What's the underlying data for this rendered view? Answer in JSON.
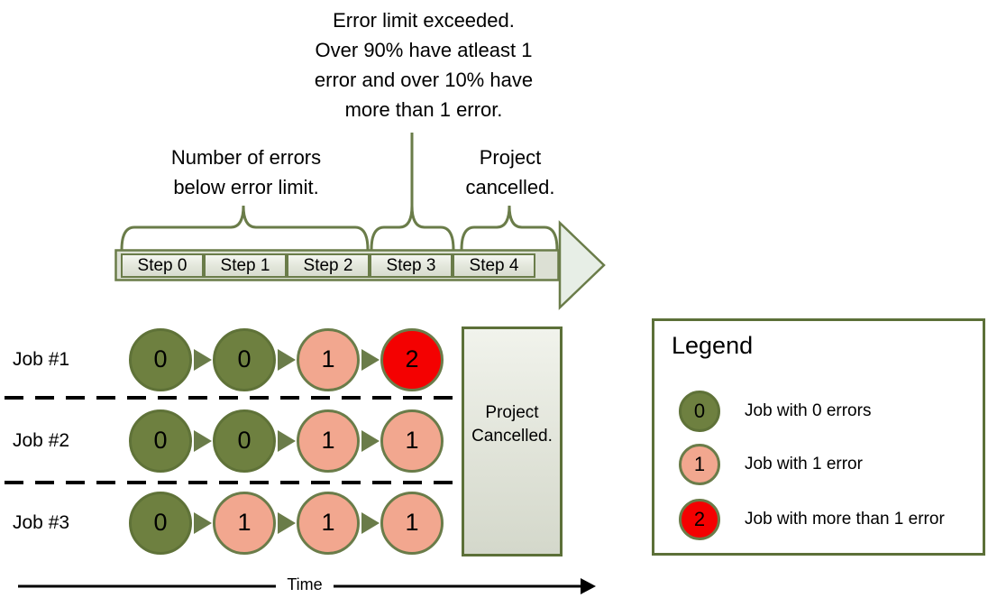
{
  "colors": {
    "olive": "#6a7c49",
    "olive-dark": "#5c7038",
    "green": "#6e8040",
    "green-border": "#5f7238",
    "salmon": "#f2a78f",
    "red": "#f40101",
    "barfill": "#dce0d4",
    "arrowfill": "#e7eee6"
  },
  "callouts": {
    "error_limit_exceeded": "Error limit exceeded.\nOver 90% have atleast 1\nerror and over 10% have\nmore than 1 error.",
    "below_error_limit": "Number of errors\nbelow error limit.",
    "project_cancelled": "Project\ncancelled."
  },
  "timeline": {
    "steps": [
      "Step 0",
      "Step 1",
      "Step 2",
      "Step 3",
      "Step 4"
    ]
  },
  "jobs": [
    {
      "label": "Job #1",
      "errors": [
        0,
        0,
        1,
        2
      ]
    },
    {
      "label": "Job #2",
      "errors": [
        0,
        0,
        1,
        1
      ]
    },
    {
      "label": "Job #3",
      "errors": [
        0,
        1,
        1,
        1
      ]
    }
  ],
  "cancelled_box_text": "Project\nCancelled.",
  "time_axis": {
    "label": "Time"
  },
  "legend": {
    "title": "Legend",
    "items": [
      {
        "value": "0",
        "label": "Job with 0 errors"
      },
      {
        "value": "1",
        "label": "Job with 1 error"
      },
      {
        "value": "2",
        "label": "Job with more than 1 error"
      }
    ]
  }
}
